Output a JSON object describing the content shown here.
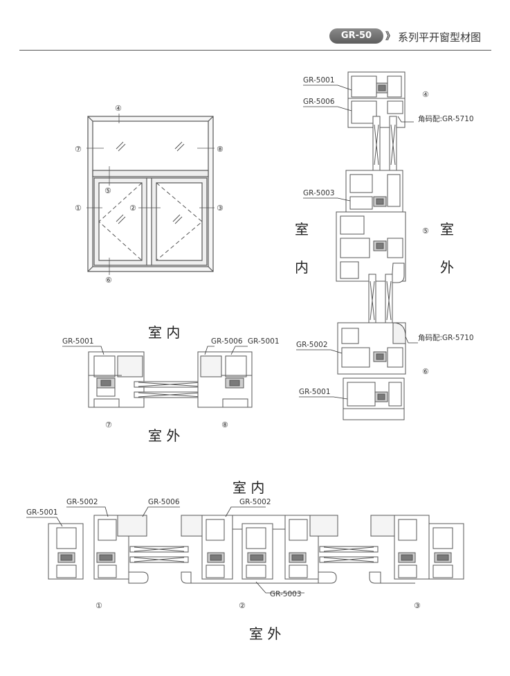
{
  "header": {
    "badge": "GR-50",
    "arrows": "》",
    "title": "系列平开窗型材图"
  },
  "elevation": {
    "markers": [
      "④",
      "⑦",
      "⑧",
      "⑤",
      "①",
      "②",
      "③",
      "⑥"
    ]
  },
  "vertical_section": {
    "labels": {
      "gr5001_top": "GR-5001",
      "gr5006": "GR-5006",
      "gr5003": "GR-5003",
      "gr5002": "GR-5002",
      "gr5001_bottom": "GR-5001",
      "corner_top": "角码配:GR-5710",
      "corner_bottom": "角码配:GR-5710"
    },
    "markers": {
      "m4": "④",
      "m5": "⑤",
      "m6": "⑥"
    },
    "indoor": [
      "室",
      "内"
    ],
    "outdoor": [
      "室",
      "外"
    ]
  },
  "middle_section": {
    "indoor": "室 内",
    "outdoor": "室 外",
    "labels": {
      "left_5001": "GR-5001",
      "right_5006": "GR-5006",
      "right_5001": "GR-5001"
    },
    "markers": {
      "m7": "⑦",
      "m8": "⑧"
    }
  },
  "bottom_section": {
    "indoor": "室 内",
    "outdoor": "室 外",
    "labels": {
      "gr5001": "GR-5001",
      "gr5002_left": "GR-5002",
      "gr5006": "GR-5006",
      "gr5002_mid": "GR-5002",
      "gr5003": "GR-5003"
    },
    "markers": {
      "m1": "①",
      "m2": "②",
      "m3": "③"
    }
  }
}
